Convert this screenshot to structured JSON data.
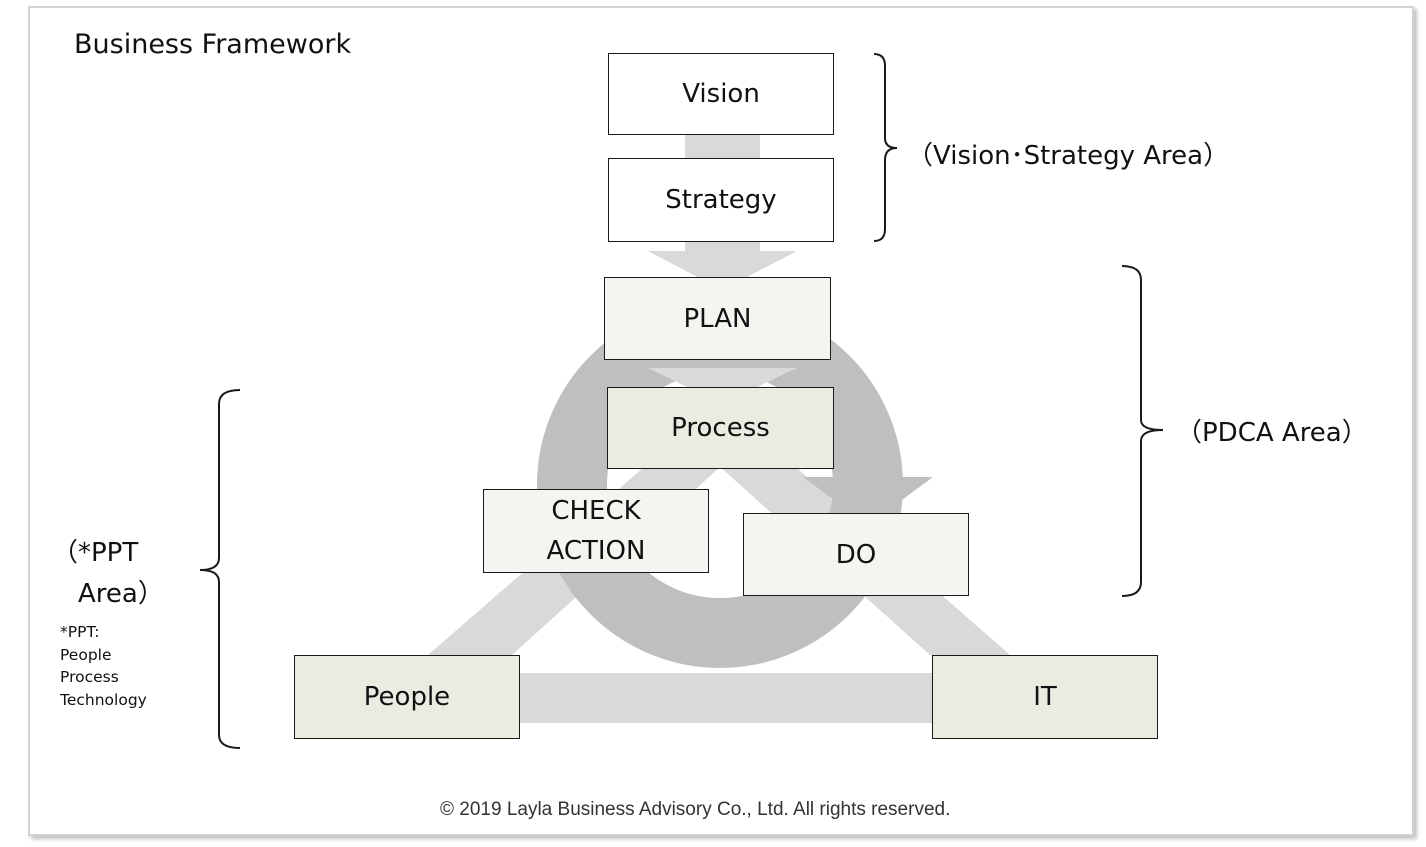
{
  "title": "Business Framework",
  "boxes": {
    "vision": "Vision",
    "strategy": "Strategy",
    "plan": "PLAN",
    "process": "Process",
    "check_action": "CHECK\nACTION",
    "do": "DO",
    "people": "People",
    "it": "IT"
  },
  "areas": {
    "vision_strategy": "（Vision･Strategy Area）",
    "pdca": "（PDCA Area）",
    "ppt": "（*PPT\n　Area）"
  },
  "ppt_note": "*PPT:\nPeople\nProcess\nTechnology",
  "footer": "© 2019 Layla Business Advisory Co., Ltd. All rights reserved.",
  "colors": {
    "arrow_gray": "#d9d9d9",
    "ring_gray": "#bfbfbf",
    "box_light": "#f5f4f1",
    "box_beige": "#ecebe2"
  }
}
